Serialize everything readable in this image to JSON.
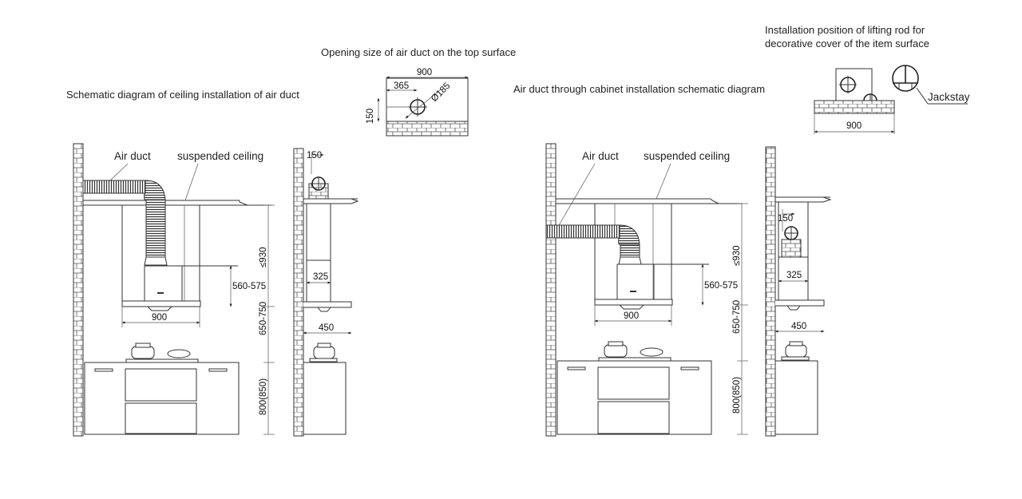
{
  "captions": {
    "ceiling": "Schematic diagram of ceiling installation of air duct",
    "opening": "Opening size of air duct on the top surface",
    "cabinet": "Air duct through cabinet installation schematic diagram",
    "lifting_line1": "Installation position of lifting rod for",
    "lifting_line2": "decorative  cover of the item surface"
  },
  "labels": {
    "air_duct": "Air duct",
    "suspended_ceiling": "suspended ceiling",
    "jackstay": "Jackstay"
  },
  "dimensions": {
    "width_900": "900",
    "d365": "365",
    "d185": "Ø185",
    "d150": "150",
    "le930": "≤930",
    "d560_575": "560-575",
    "d650_750": "650-750",
    "d800_850": "800(850)",
    "d325": "325",
    "d450": "450"
  },
  "colors": {
    "line": "#333333",
    "text": "#222222"
  }
}
